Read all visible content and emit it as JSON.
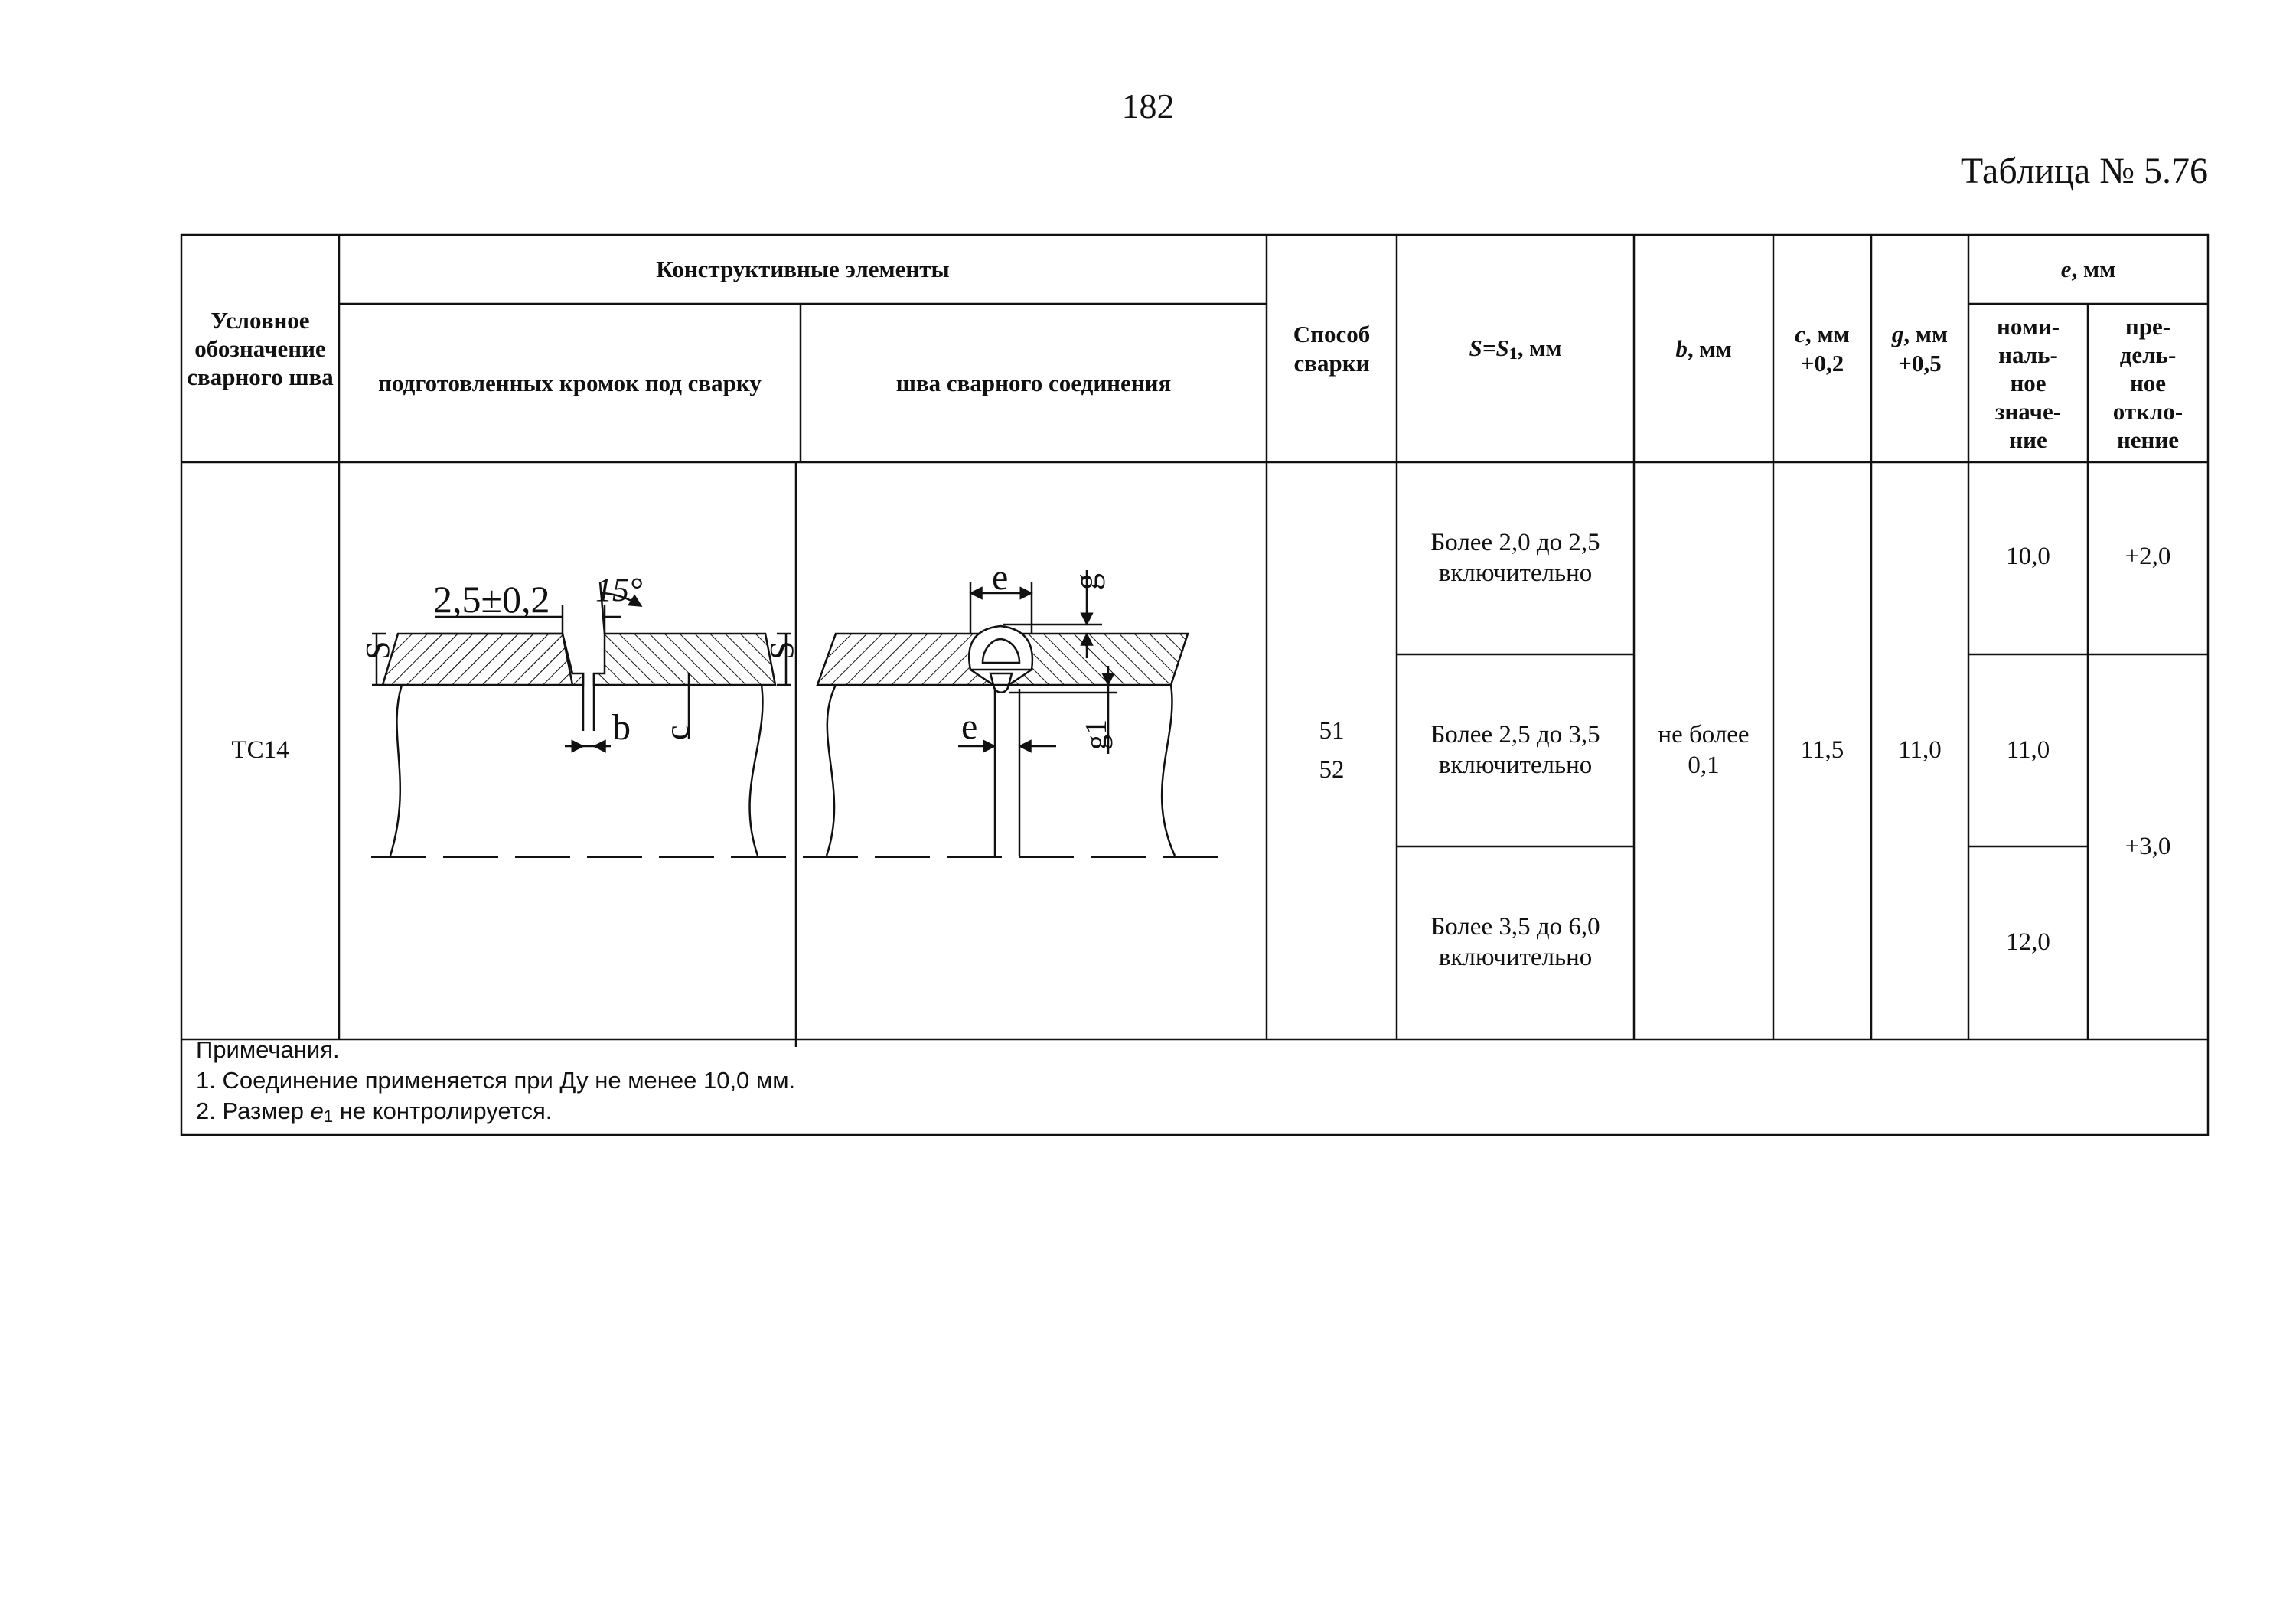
{
  "page_number": "182",
  "table_caption": "Таблица № 5.76",
  "headers": {
    "designation": "Условное обозначение сварного шва",
    "constructive_elements": "Конструктивные элементы",
    "prepared_edges": "подготовленных кромок под сварку",
    "weld_seam": "шва сварного соединения",
    "welding_method": "Способ сварки",
    "s_var": "S=S",
    "s_sub": "1",
    "s_unit": ", мм",
    "b_var": "b",
    "b_unit": ", мм",
    "c_var": "c",
    "c_unit": ", мм",
    "c_tol": "+0,2",
    "g_var": "g",
    "g_unit": ", мм",
    "g_tol": "+0,5",
    "e_var": "e",
    "e_unit": ", мм",
    "e_nominal": "номи-наль-ное значе-ние",
    "e_deviation": "пре-дель-ное откло-нение"
  },
  "row": {
    "designation": "ТС14",
    "methods": [
      "51",
      "52"
    ],
    "thickness": [
      "Более 2,0 до 2,5 включительно",
      "Более 2,5 до 3,5 включительно",
      "Более 3,5 до 6,0 включительно"
    ],
    "b": "не более 0,1",
    "c": "11,5",
    "g": "11,0",
    "e_nominal": [
      "10,0",
      "11,0",
      "12,0"
    ],
    "e_deviation": [
      "+2,0",
      "+3,0"
    ]
  },
  "drawing": {
    "gap_label": "2,5±0,2",
    "angle_label": "15°",
    "s_label": "S",
    "b_label": "b",
    "c_label": "c",
    "e_label": "e",
    "g_label": "g",
    "g1_label": "g1"
  },
  "notes": {
    "heading": "Примечания.",
    "note1": "1. Соединение применяется при Ду не менее 10,0 мм.",
    "note2_prefix": "2. Размер ",
    "note2_var": "e",
    "note2_sub": "1",
    "note2_suffix": " не контролируется."
  }
}
